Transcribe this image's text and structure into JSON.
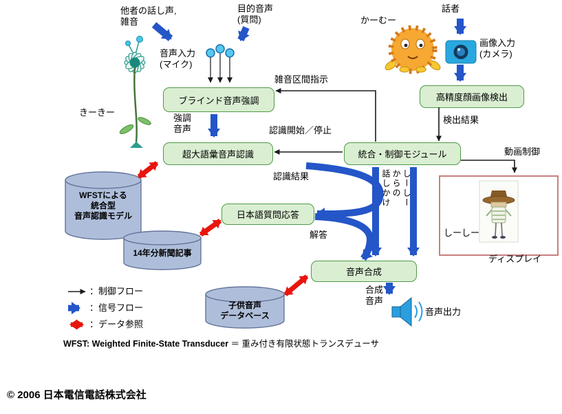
{
  "labels": {
    "other_voices": "他者の話し声,\n雑音",
    "target_speech": "目的音声\n(質問)",
    "kamu": "かーむー",
    "speaker_person": "話者",
    "image_input": "画像入力\n(カメラ)",
    "audio_input": "音声入力\n(マイク)",
    "noise_section": "雑音区間指示",
    "kiki": "きーきー",
    "enhanced_speech": "強調\n音声",
    "recognition_start_stop": "認識開始／停止",
    "detection_result": "検出結果",
    "video_control": "動画制御",
    "recognition_result": "認識結果",
    "shishi_utterance": "しーしー\nからの\n話しかけ",
    "answer": "解答",
    "synthesized_speech": "合成\n音声",
    "audio_output": "音声出力",
    "display": "ディスプレイ",
    "shishi": "しーしー"
  },
  "modules": {
    "blind_enhancement": "ブラインド音声強調",
    "lvcsr": "超大語彙音声認識",
    "control_module": "統合・制御モジュール",
    "face_detection": "高精度顔画像検出",
    "qa": "日本語質問応答",
    "tts": "音声合成"
  },
  "databases": {
    "wfst_model": {
      "bold": "WFST",
      "rest": "による\n統合型\n音声認識モデル"
    },
    "newspaper": "14年分新聞記事",
    "child_voice": "子供音声\nデータベース"
  },
  "legend": {
    "control_flow": "：制御フロー",
    "signal_flow": "：信号フロー",
    "data_reference": "：データ参照"
  },
  "footnote": {
    "bold": "WFST: Weighted Finite-State Transducer ",
    "rest": "＝ 重み付き有限状態トランスデューサ"
  },
  "copyright": "© 2006 日本電信電話株式会社",
  "icons": {
    "camera": "camera-icon",
    "speaker_output": "speaker-icon",
    "microphones": "microphone-icon",
    "kamu_character": "kamu-mascot",
    "kiki_character": "kiki-mascot",
    "shishi_character": "shishi-mascot"
  },
  "colors": {
    "module_fill": "#daeed2",
    "module_border": "#4e9a47",
    "database_fill": "#aebeda",
    "database_border": "#64749a",
    "signal_blue": "#2456c8",
    "data_red": "#e8150d",
    "control_black": "#1a1a1a",
    "display_border": "#c97f7f",
    "camera_blue": "#29a8e0"
  }
}
